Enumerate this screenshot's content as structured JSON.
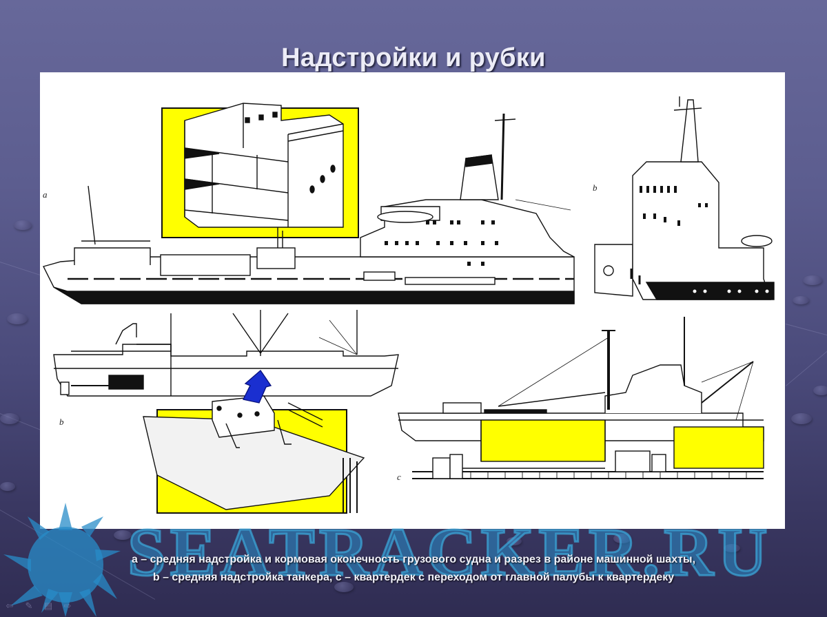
{
  "slide": {
    "title": "Надстройки и рубки",
    "caption": {
      "line1": "a – средняя надстройка и кормовая оконечность грузового судна и разрез в районе машинной шахты,",
      "line2": "b – средняя надстройка танкера, c – квартердек с переходом от главной палубы к квартердеку"
    },
    "figure": {
      "labels": {
        "a": "a",
        "b_top": "b",
        "b_bottom": "b",
        "c": "c"
      },
      "highlight_color": "#ffff00",
      "arrow_color": "#1a2fd0"
    },
    "watermark": "SEATRACKER.RU",
    "nav_controls": [
      {
        "name": "previous-slide",
        "glyph": "⇦"
      },
      {
        "name": "pen-tool",
        "glyph": "✎"
      },
      {
        "name": "slide-menu",
        "glyph": "▤"
      },
      {
        "name": "next-slide",
        "glyph": "⇨"
      }
    ]
  },
  "colors": {
    "background_top": "#67689a",
    "background_bottom": "#2f2c52",
    "title_text": "#ececf6",
    "caption_text": "#f2f2fa",
    "watermark": "#3aa0d8"
  }
}
